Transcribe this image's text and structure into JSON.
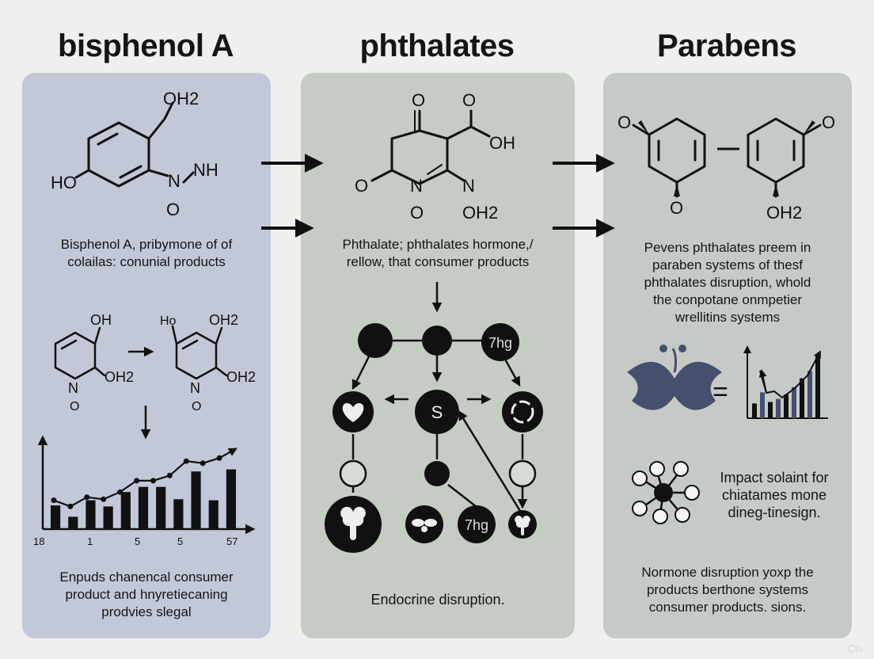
{
  "titles": {
    "bpa": "bisphenol A",
    "phthalates": "phthalates",
    "parabens": "Parabens"
  },
  "bpa_panel": {
    "molecule_labels": [
      "OH2",
      "HO",
      "N",
      "NH",
      "O"
    ],
    "description": [
      "Bisphenol A, pribymone of of",
      "colailas: conunial products"
    ],
    "small_molecule_a": [
      "OH",
      "N",
      "O",
      "OH2"
    ],
    "small_molecule_b": [
      "Ho",
      "OH2",
      "N",
      "O",
      "OH2"
    ],
    "bottom_text": [
      "Enpuds chanencal consumer",
      "product and hnyretiecaning",
      "prodvies slegal"
    ]
  },
  "phthalates_panel": {
    "molecule_labels": [
      "O",
      "O",
      "OH",
      "O",
      "N",
      "N",
      "O",
      "OH2"
    ],
    "description": [
      "Phthalate; phthalates hormone,/",
      "rellow, that consumer products"
    ],
    "node_labels": [
      "7hg",
      "S",
      "7hg"
    ],
    "bottom_text": "Endocrine disruption."
  },
  "parabens_panel": {
    "molecule_labels": [
      "O",
      "O",
      "O",
      "OH2"
    ],
    "description": [
      "Pevens phthalates preem in",
      "paraben systems of thesf",
      "phthalates disruption, whold",
      "the conpotane onmpetier",
      "wrellitins systems"
    ],
    "equals_sign": "=",
    "impact_text": [
      "Impact solaint for",
      "chiatames mone",
      "dineg-tinesign."
    ],
    "bottom_text": [
      "Normone disruption yoxp the",
      "products berthone systems",
      "consumer products. sions."
    ]
  },
  "chart_data": {
    "type": "bar",
    "categories": [
      "18",
      "1",
      "5",
      "5",
      "57"
    ],
    "tick_labels": [
      "18",
      "1",
      "5",
      "5",
      "57"
    ],
    "series": [
      {
        "values": [
          2.3,
          1.2,
          2.8,
          2.2,
          3.6,
          4.1,
          4.1,
          2.9,
          5.6,
          2.8,
          5.8
        ]
      }
    ],
    "trend": [
      2.8,
      2.2,
      3.1,
      2.9,
      3.6,
      4.7,
      4.7,
      5.2,
      6.6,
      6.4,
      6.9,
      7.8
    ],
    "title": "",
    "xlabel": "",
    "ylabel": "",
    "ylim": [
      0,
      8
    ],
    "grid": false
  },
  "colors": {
    "panel_bpa": "#c2c8d8",
    "panel_phthalates": "#c5ccc3",
    "panel_parabens": "#c5cac7",
    "accent_navy": "#45506e"
  },
  "watermark": "Cts"
}
